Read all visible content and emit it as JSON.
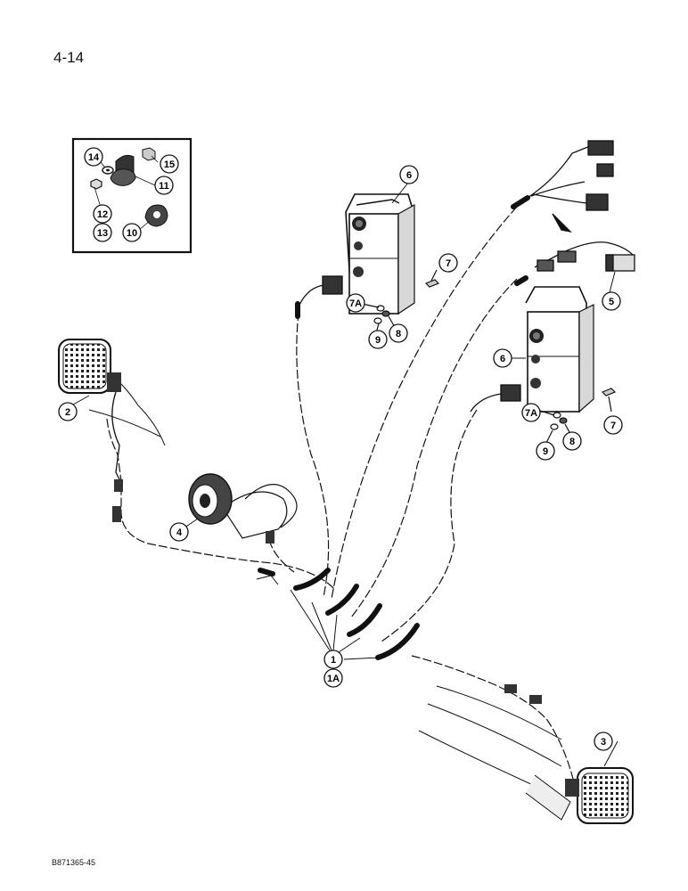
{
  "page": {
    "number": "4-14",
    "doc_code": "B871365-45"
  },
  "callouts": {
    "c1": "1",
    "c1a": "1A",
    "c2": "2",
    "c3": "3",
    "c4": "4",
    "c5": "5",
    "c6a": "6",
    "c6b": "6",
    "c7a": "7",
    "c7b": "7",
    "c7Aa": "7A",
    "c7Ab": "7A",
    "c8a": "8",
    "c8b": "8",
    "c9a": "9",
    "c9b": "9",
    "c10": "10",
    "c11": "11",
    "c12": "12",
    "c13": "13",
    "c14": "14",
    "c15": "15"
  },
  "parts": {
    "p1": "harness-connectors",
    "p2": "left-rear-lamp",
    "p3": "right-rear-lamp",
    "p4": "horn",
    "p5": "switch-connector",
    "p6": "flasher-module",
    "p7": "bolt",
    "p8": "washer",
    "p9": "nut",
    "p10": "clip",
    "p11": "clamp",
    "p12": "bolt",
    "p14": "washer",
    "p15": "nut"
  }
}
